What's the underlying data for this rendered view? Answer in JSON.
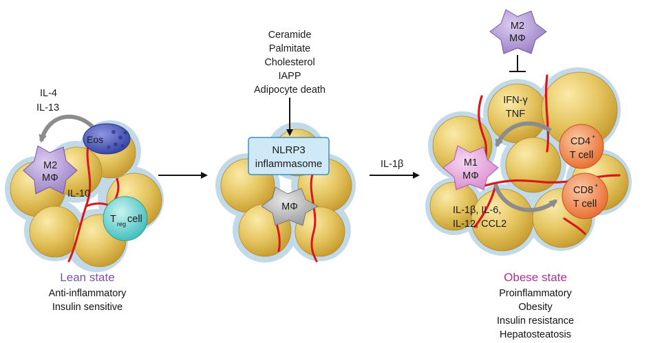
{
  "lean": {
    "cytokines_line1": "IL-4",
    "cytokines_line2": "IL-13",
    "eosinophil_label": "Eos",
    "m2_line1": "M2",
    "m2_line2": "MΦ",
    "il10_label": "IL-10",
    "treg_main": "T",
    "treg_sub": "reg",
    "treg_suffix": "cell",
    "state_title": "Lean state",
    "desc_line1": "Anti-inflammatory",
    "desc_line2": "Insulin sensitive"
  },
  "middle": {
    "triggers": [
      "Ceramide",
      "Palmitate",
      "Cholesterol",
      "IAPP",
      "Adipocyte death"
    ],
    "nlrp3_line1": "NLRP3",
    "nlrp3_line2": "inflammasome",
    "macrophage_label": "MΦ"
  },
  "arrow_label": "IL-1β",
  "obese": {
    "m2_line1": "M2",
    "m2_line2": "MΦ",
    "ifn_line1": "IFN-γ",
    "ifn_line2": "TNF",
    "m1_line1": "M1",
    "m1_line2": "MΦ",
    "cd4_main": "CD4",
    "cd4_sup": "+",
    "cd4_line2": "T cell",
    "cd8_main": "CD8",
    "cd8_sup": "+",
    "cd8_line2": "T cell",
    "cytokines_line1": "IL-1β, IL-6,",
    "cytokines_line2": "IL-12, CCL2",
    "state_title": "Obese state",
    "desc": [
      "Proinflammatory",
      "Obesity",
      "Insulin resistance",
      "Hepatosteatosis"
    ]
  },
  "colors": {
    "adipocyte": "#e3c25e",
    "adipocyte_halo": "#b8d3e3",
    "vessel": "#d8161b",
    "m2": "#a98fd0",
    "m1": "#e0a0d8",
    "eos": "#4b57b5",
    "treg": "#6dd3d1",
    "t_cell": "#f08a4e",
    "nlrp3_box": "#cfe9f7",
    "macrophage_grey": "#a8a8a8"
  }
}
